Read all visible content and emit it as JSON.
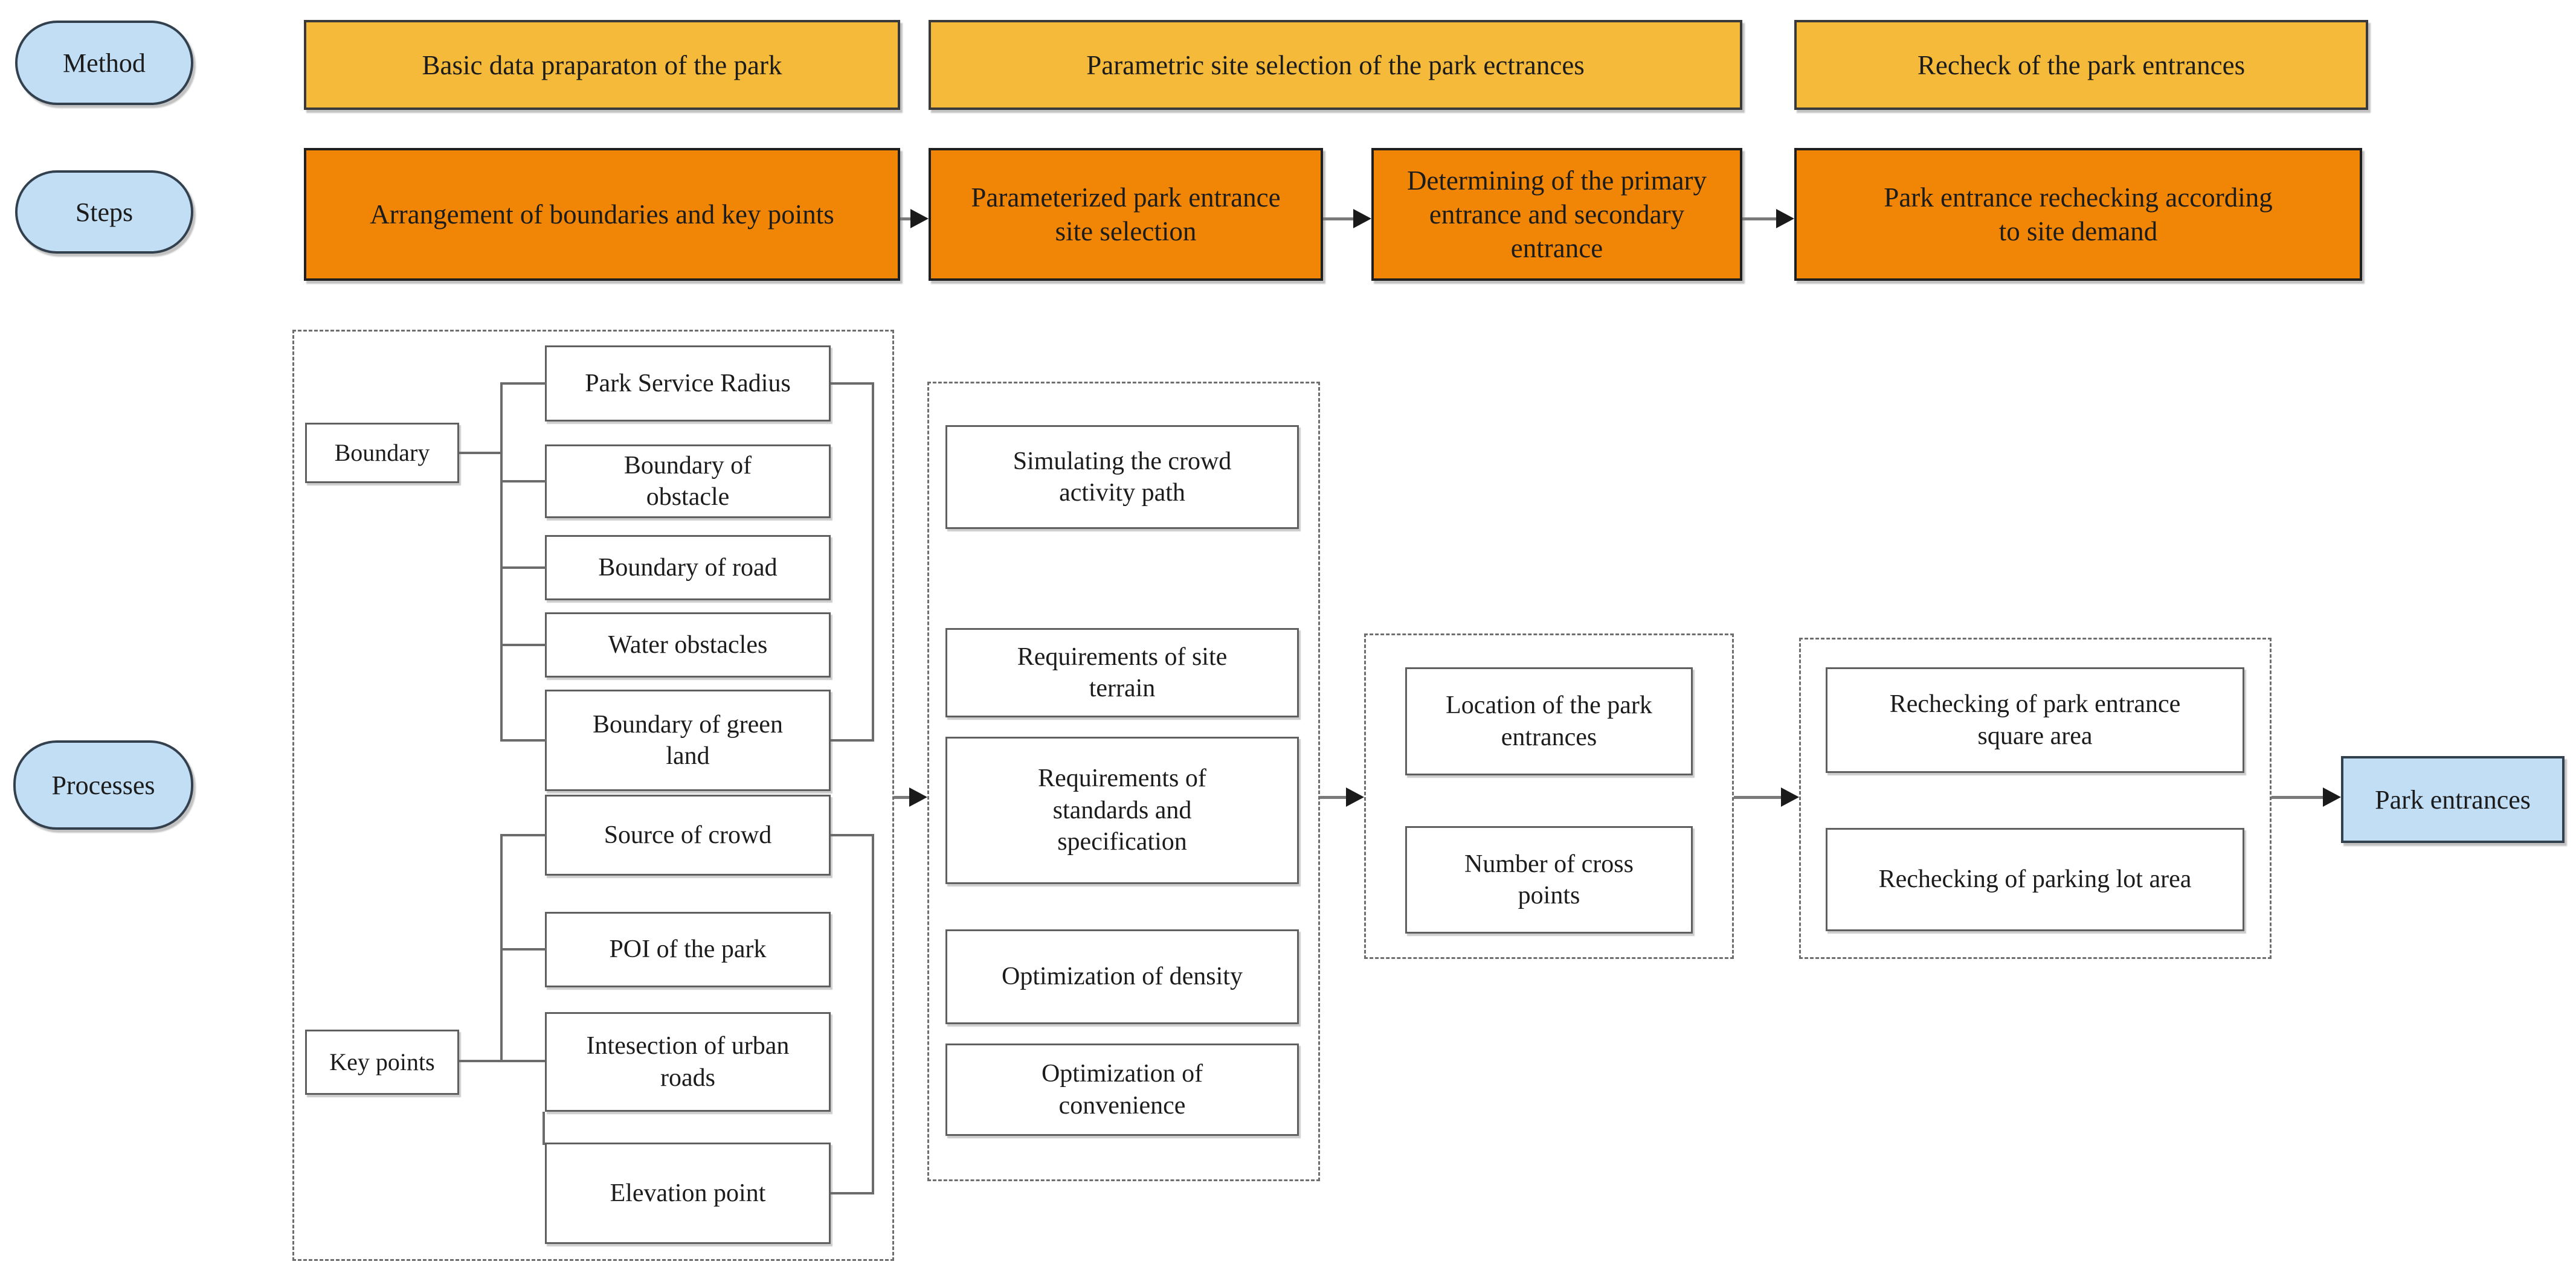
{
  "lanes": {
    "method": "Method",
    "steps": "Steps",
    "processes": "Processes"
  },
  "method_row": [
    "Basic data praparaton of the park",
    "Parametric site selection of the park ectrances",
    "Recheck of the park entrances"
  ],
  "steps_row": [
    "Arrangement of boundaries and key points",
    "Parameterized park entrance\nsite selection",
    "Determining of the primary\nentrance and secondary\nentrance",
    "Park entrance rechecking according\nto site demand"
  ],
  "processes": {
    "group1": {
      "boundary_label": "Boundary",
      "boundary_items": [
        "Park Service Radius",
        "Boundary of\nobstacle",
        "Boundary of road",
        "Water obstacles",
        "Boundary of green\nland"
      ],
      "keypoints_label": "Key points",
      "keypoints_items": [
        "Source of crowd",
        "POI of the park",
        "Intesection of  urban\nroads",
        "Elevation point"
      ]
    },
    "group2_items": [
      "Simulating the crowd\nactivity path",
      "Requirements of site\nterrain",
      "Requirements of\nstandards and\nspecification",
      "Optimization of density",
      "Optimization of\nconvenience"
    ],
    "group3_items": [
      "Location of the park\nentrances",
      "Number of cross\npoints"
    ],
    "group4_items": [
      "Rechecking of park entrance\nsquare area",
      "Rechecking of parking lot area"
    ],
    "final_label": "Park entrances"
  },
  "colors": {
    "yellow": "#F6BA3B",
    "orange": "#F18606",
    "blue": "#C1DEF5",
    "dark": "#1F1F1F",
    "blueborder": "#33404D",
    "nodeborder": "#5F5F5F",
    "dash": "#6E6E6E",
    "line": "#7A7A7A",
    "tree": "#6B6B6B",
    "ah": "#1A1A1A",
    "text": "#1C1C1C"
  }
}
